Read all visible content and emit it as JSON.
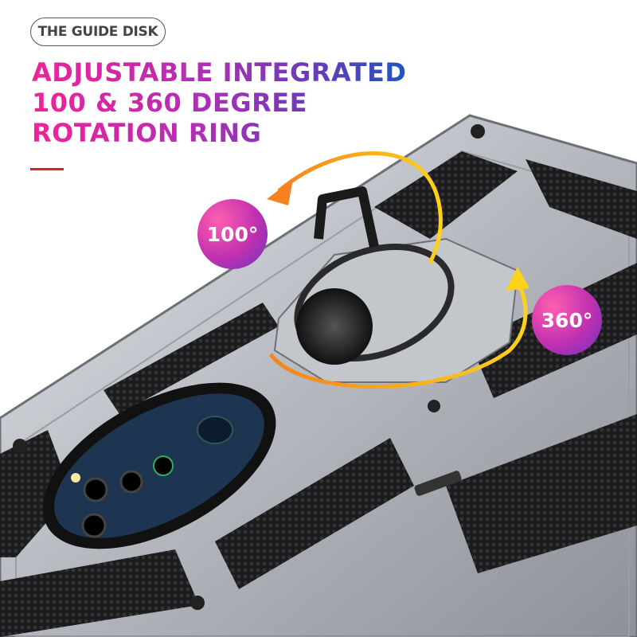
{
  "tag_label": "THE GUIDE DISK",
  "headline": [
    "ADJUSTABLE INTEGRATED",
    "100 & 360 DEGREE",
    "ROTATION RING"
  ],
  "badges": {
    "left": "100°",
    "right": "360°"
  },
  "colors": {
    "gradient_start": "#f0239a",
    "gradient_end": "#1f56c0",
    "accent_line": "#e02020",
    "arrow": "#f5a623",
    "case": "#b8bcc2"
  }
}
